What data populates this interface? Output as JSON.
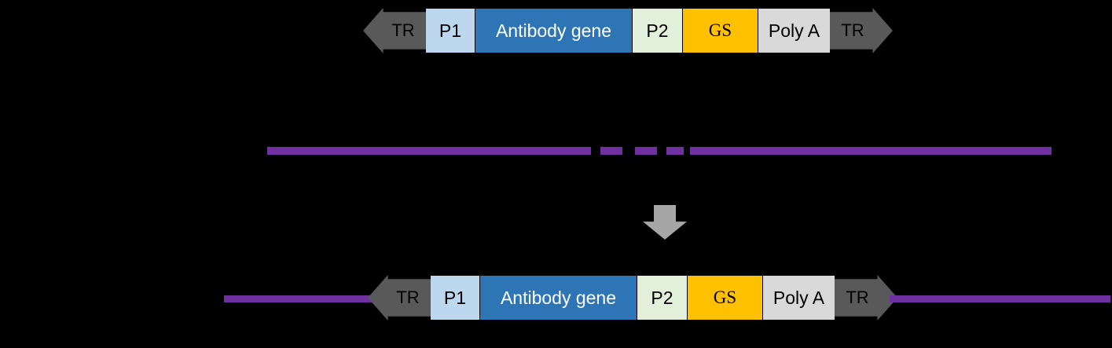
{
  "canvas": {
    "background": "#000000"
  },
  "construct": {
    "tr_label": "TR",
    "tr_color": "#595959",
    "tr_text_color": "#000000",
    "segments": [
      {
        "label": "P1",
        "color": "#BDD7EE",
        "text_color": "#000000"
      },
      {
        "label": "Antibody gene",
        "color": "#2E75B6",
        "text_color": "#FFFFFF"
      },
      {
        "label": "P2",
        "color": "#E2EFDA",
        "text_color": "#000000"
      },
      {
        "label": "GS",
        "color": "#FFC000",
        "text_color": "#000000"
      },
      {
        "label": "Poly A",
        "color": "#D9D9D9",
        "text_color": "#000000"
      }
    ]
  },
  "genome": {
    "line_color": "#7030A0"
  },
  "process_arrow": {
    "color": "#A6A6A6",
    "direction": "down"
  }
}
